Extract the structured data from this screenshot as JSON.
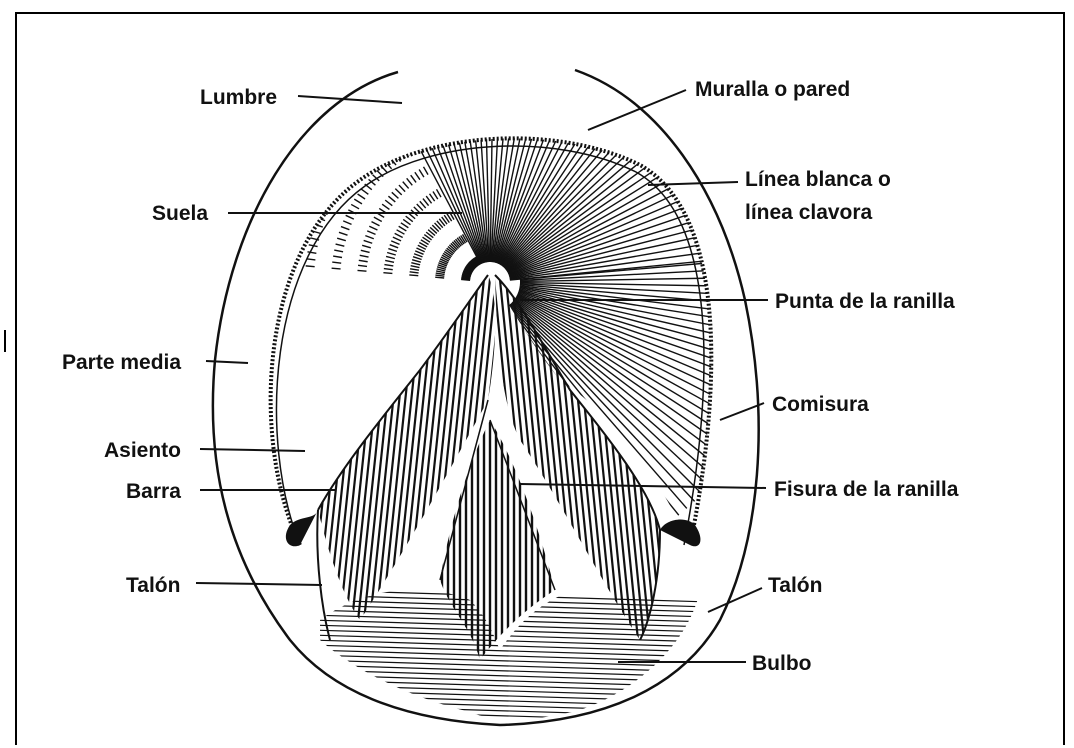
{
  "labels": {
    "lumbre": "Lumbre",
    "muralla": "Muralla o pared",
    "linea_blanca_1": "Línea blanca o",
    "linea_blanca_2": "línea clavora",
    "suela": "Suela",
    "punta_ranilla": "Punta de la ranilla",
    "parte_media": "Parte media",
    "comisura": "Comisura",
    "asiento": "Asiento",
    "barra": "Barra",
    "fisura_ranilla": "Fisura de la ranilla",
    "talon_left": "Talón",
    "talon_right": "Talón",
    "bulbo": "Bulbo"
  },
  "colors": {
    "ink": "#111111",
    "paper": "#ffffff"
  }
}
